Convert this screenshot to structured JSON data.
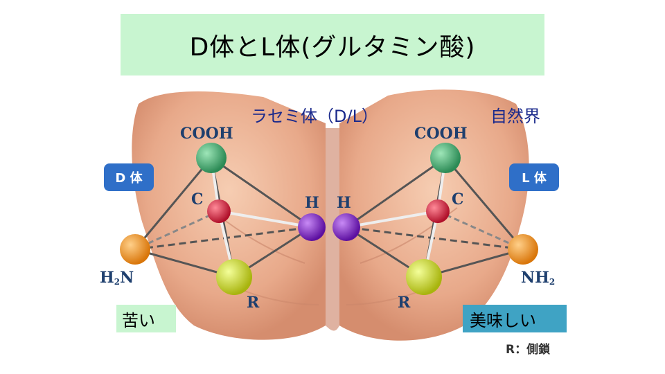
{
  "title": "D体とL体(グルタミン酸)",
  "labels": {
    "racemic": "ラセミ体（D/L）",
    "nature": "自然界",
    "d_badge": "D 体",
    "l_badge": "L 体",
    "bitter": "苦い",
    "tasty": "美味しい",
    "side_chain_note": "R：側鎖"
  },
  "molecule_left": {
    "top": "COOH",
    "center": "C",
    "hydrogen": "H",
    "amino_main": "H",
    "amino_sub": "2",
    "amino_tail": "N",
    "side_chain": "R"
  },
  "molecule_right": {
    "top": "COOH",
    "center": "C",
    "hydrogen": "H",
    "amino_main": "NH",
    "amino_sub": "2",
    "side_chain": "R"
  },
  "colors": {
    "title_bg": "#c8f5d0",
    "cooh_atom": "#3aa36a",
    "carbon_atom": "#d0223a",
    "hydrogen_atom": "#7a22c0",
    "amino_atom": "#f0920f",
    "side_chain_atom": "#c8d419",
    "badge": "#2f6fc8",
    "tasty_bg": "#3fa3c4",
    "bitter_bg": "#c8f5d0"
  }
}
